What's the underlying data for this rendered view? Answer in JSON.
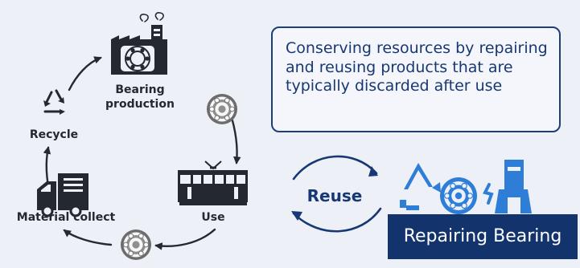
{
  "callout": {
    "lines": [
      "Conserving resources by repairing",
      "and reusing products that are",
      "typically discarded after use"
    ]
  },
  "cycle": {
    "stages": {
      "production": {
        "label_lines": [
          "Bearing",
          "production"
        ],
        "icon": "factory-icon"
      },
      "use": {
        "label": "Use",
        "icon": "train-icon"
      },
      "collect": {
        "label": "Material collect",
        "icon": "truck-icon"
      },
      "recycle": {
        "label": "Recycle",
        "icon": "recycle-icon"
      }
    }
  },
  "reuse": {
    "label": "Reuse",
    "icon": "circular-arrows-icon"
  },
  "repair": {
    "label": "Repairing Bearing",
    "icons": [
      "recycle-icon",
      "bearing-icon",
      "welder-worker-icon"
    ]
  },
  "colors": {
    "background": "#eef0f8",
    "navy": "#173872",
    "dark_blue": "#13336c",
    "accent_blue": "#2e7ed8",
    "dark_text": "#24292f",
    "gray": "#8c8c8c"
  }
}
